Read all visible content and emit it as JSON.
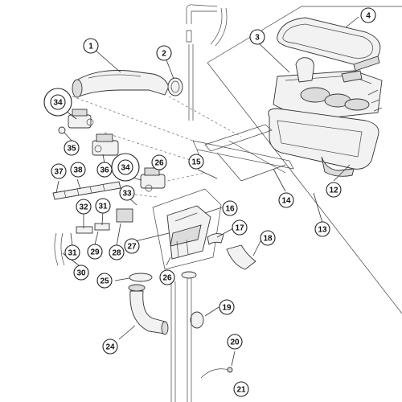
{
  "colors": {
    "highlight": "#d42a2a",
    "line": "#333333",
    "fill_light": "#f2f2f2",
    "fill_mid": "#dcdcdc"
  },
  "callouts": [
    {
      "label": "1",
      "highlighted": false
    },
    {
      "label": "2",
      "highlighted": false
    },
    {
      "label": "3",
      "highlighted": false
    },
    {
      "label": "4",
      "highlighted": false
    },
    {
      "label": "12",
      "highlighted": false
    },
    {
      "label": "13",
      "highlighted": false
    },
    {
      "label": "14",
      "highlighted": false
    },
    {
      "label": "15",
      "highlighted": false
    },
    {
      "label": "16",
      "highlighted": false
    },
    {
      "label": "17",
      "highlighted": false
    },
    {
      "label": "18",
      "highlighted": false
    },
    {
      "label": "19",
      "highlighted": false
    },
    {
      "label": "20",
      "highlighted": false
    },
    {
      "label": "21",
      "highlighted": false
    },
    {
      "label": "24",
      "highlighted": false
    },
    {
      "label": "25",
      "highlighted": false
    },
    {
      "label": "26",
      "highlighted": false
    },
    {
      "label": "26",
      "highlighted": false
    },
    {
      "label": "27",
      "highlighted": false
    },
    {
      "label": "28",
      "highlighted": false
    },
    {
      "label": "29",
      "highlighted": false
    },
    {
      "label": "30",
      "highlighted": false
    },
    {
      "label": "31",
      "highlighted": false
    },
    {
      "label": "31",
      "highlighted": false
    },
    {
      "label": "32",
      "highlighted": false
    },
    {
      "label": "33",
      "highlighted": false
    },
    {
      "label": "34",
      "highlighted": true
    },
    {
      "label": "34",
      "highlighted": true
    },
    {
      "label": "35",
      "highlighted": false
    },
    {
      "label": "36",
      "highlighted": false
    },
    {
      "label": "37",
      "highlighted": false
    },
    {
      "label": "38",
      "highlighted": false
    }
  ]
}
